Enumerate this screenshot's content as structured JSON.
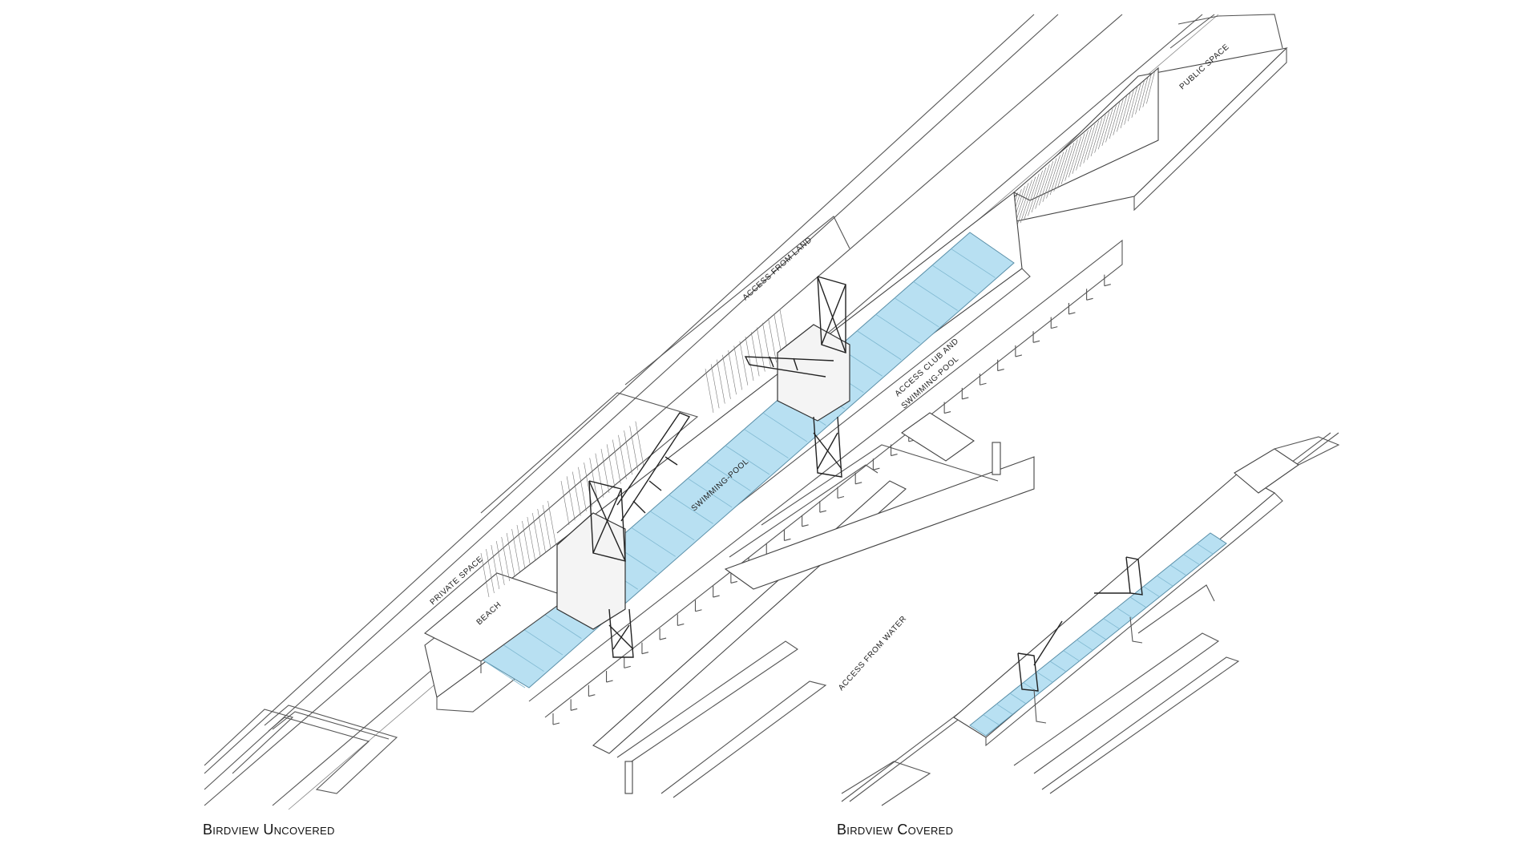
{
  "labels": {
    "public_space": "Public Space",
    "access_from_land": "Access From Land",
    "access_club": "Access Club And",
    "swimming_pool_line": "Swimming-Pool",
    "swimming_pool": "Swimming-Pool",
    "private_space": "Private Space",
    "beach": "Beach",
    "access_from_water": "Access From Water"
  },
  "captions": {
    "uncovered": "Birdview Uncovered",
    "covered": "Birdview Covered"
  },
  "colors": {
    "water": "#b8e0f2",
    "line": "#555555",
    "crane": "#222222"
  }
}
